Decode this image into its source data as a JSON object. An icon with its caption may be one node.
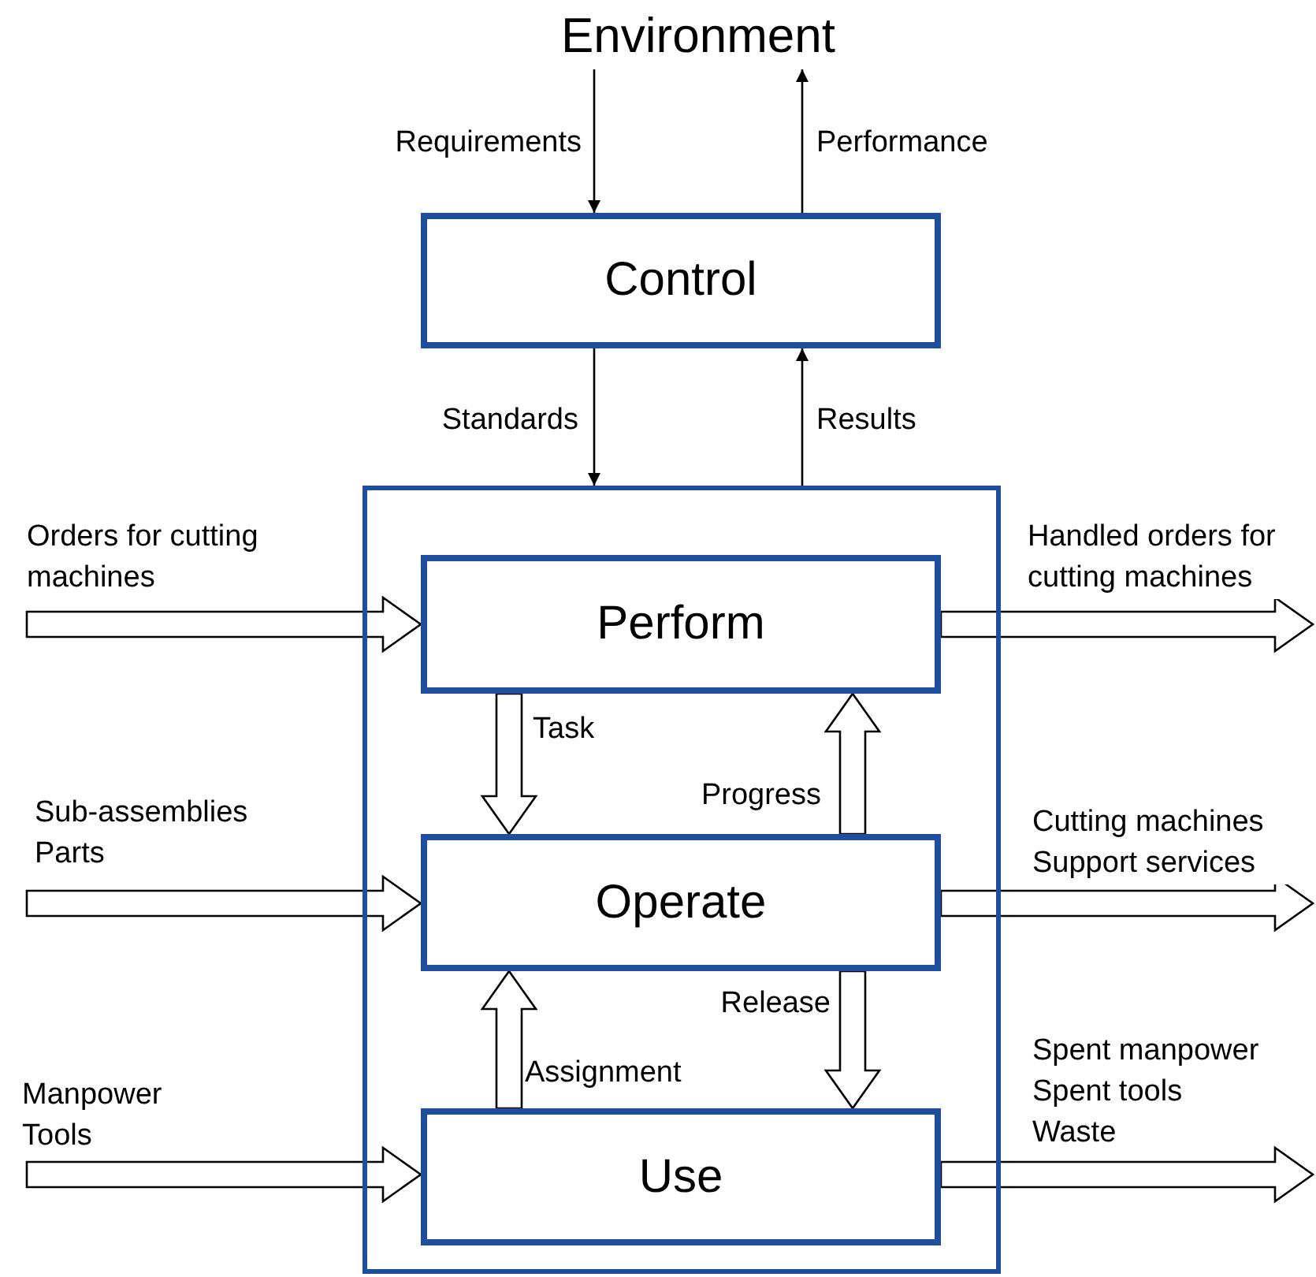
{
  "diagram": {
    "nodes": [
      {
        "text": [
          "Environment"
        ]
      },
      {
        "text": [
          "Control"
        ]
      },
      {
        "text": [],
        "shape": "box"
      },
      {
        "text": [
          "Perform"
        ],
        "in": 2
      },
      {
        "text": [
          "Operate"
        ],
        "in": 2
      },
      {
        "text": [
          "Use"
        ],
        "in": 2
      }
    ],
    "edges": [
      {
        "from": 0,
        "to": 1,
        "arrow": "to",
        "label": "Requirements"
      },
      {
        "from": 1,
        "to": 0,
        "arrow": "to",
        "label": "Performance"
      },
      {
        "from": 1,
        "to": 2,
        "arrow": "to",
        "label": "Standards"
      },
      {
        "from": 2,
        "to": 1,
        "arrow": "to",
        "label": "Results"
      },
      {
        "from": null,
        "to": 3,
        "arrow": "to",
        "label": "Orders for cutting machines",
        "style": "thick"
      },
      {
        "from": 3,
        "to": null,
        "arrow": "to",
        "label": "Handled orders for cutting machines",
        "style": "thick"
      },
      {
        "from": null,
        "to": 4,
        "arrow": "to",
        "label": "Sub-assemblies Parts",
        "style": "thick"
      },
      {
        "from": 4,
        "to": null,
        "arrow": "to",
        "label": "Cutting machines Support services",
        "style": "thick"
      },
      {
        "from": null,
        "to": 5,
        "arrow": "to",
        "label": "Manpower Tools",
        "style": "thick"
      },
      {
        "from": 5,
        "to": null,
        "arrow": "to",
        "label": "Spent manpower Spent tools Waste",
        "style": "thick"
      },
      {
        "from": 3,
        "to": 4,
        "arrow": "to",
        "label": "Task",
        "style": "thick"
      },
      {
        "from": 4,
        "to": 3,
        "arrow": "to",
        "label": "Progress",
        "style": "thick"
      },
      {
        "from": 5,
        "to": 4,
        "arrow": "to",
        "label": "Assignment",
        "style": "thick"
      },
      {
        "from": 4,
        "to": 5,
        "arrow": "to",
        "label": "Release",
        "style": "thick"
      }
    ]
  }
}
